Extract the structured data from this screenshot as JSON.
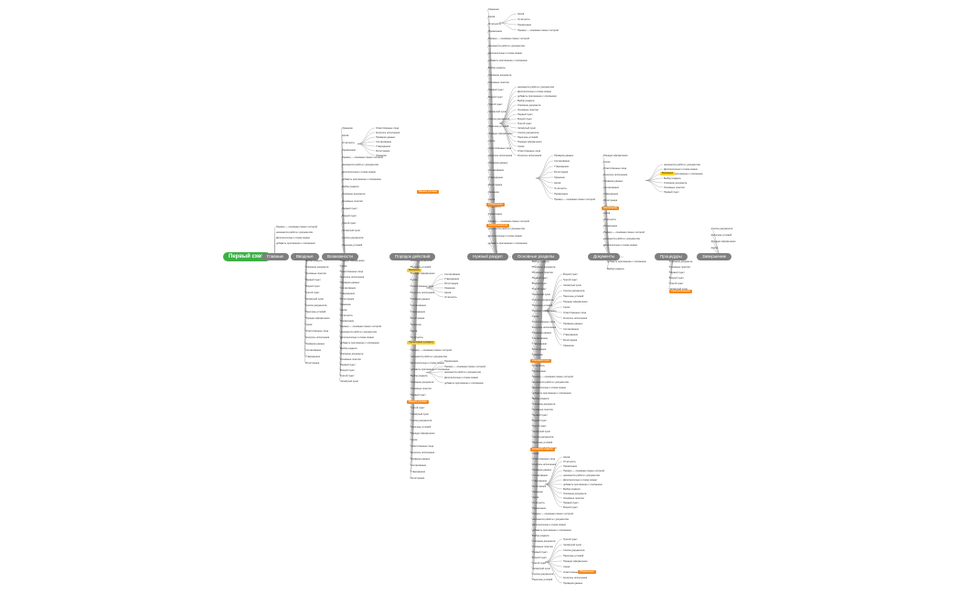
{
  "root": {
    "label": "Первый схем"
  },
  "branches": [
    {
      "id": "b1",
      "label": "Главные"
    },
    {
      "id": "b2",
      "label": "Вводные"
    },
    {
      "id": "b3",
      "label": "Возможности"
    },
    {
      "id": "b4",
      "label": "Порядок действий"
    },
    {
      "id": "b5",
      "label": "Нужный раздел"
    },
    {
      "id": "b6",
      "label": "Основные разделы"
    },
    {
      "id": "b7",
      "label": "Документы"
    },
    {
      "id": "b8",
      "label": "Процедуры"
    },
    {
      "id": "b9",
      "label": "Завершение"
    }
  ],
  "leaves": [
    "Пример — основная схема с которой",
    "начинается работа с документом",
    "Дополнительно к схеме можно",
    "добавить приложение с описанием",
    "Выбор раздела",
    "Описание документа",
    "Основные понятия",
    "Первый пункт",
    "Второй пункт",
    "Третий пункт",
    "Четвёртый пункт",
    "Список документов",
    "Перечень условий",
    "Порядок оформления",
    "Сроки",
    "Ответственные лица",
    "Контроль исполнения",
    "Проверка данных",
    "Согласование",
    "Утверждение",
    "Регистрация",
    "Хранение",
    "Архив",
    "Отчётность",
    "Примечание"
  ],
  "tags": [
    {
      "label": "Важное условие",
      "color": "orange"
    },
    {
      "label": "Обязательно",
      "color": "orange"
    },
    {
      "label": "Срок исполнения",
      "color": "orange"
    },
    {
      "label": "Внимание",
      "color": "yellow"
    },
    {
      "label": "Примечание к разделу",
      "color": "yellow"
    },
    {
      "label": "Ключевой пункт",
      "color": "orange"
    },
    {
      "label": "Основное правило",
      "color": "orange"
    },
    {
      "label": "Исключение",
      "color": "orange"
    }
  ],
  "colors": {
    "root": "#3cb043",
    "branch": "#7f7f7f",
    "orange": "#f38a1f",
    "yellow": "#ffd22e",
    "line": "#9a9a9a"
  }
}
